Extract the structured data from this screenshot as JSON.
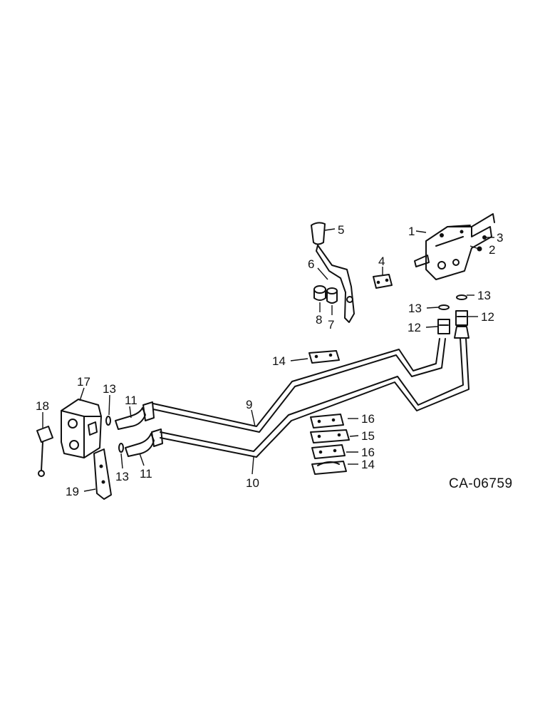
{
  "diagram": {
    "drawing_code": "CA-06759",
    "callouts": [
      {
        "id": "c1",
        "label": "1"
      },
      {
        "id": "c2",
        "label": "2"
      },
      {
        "id": "c3",
        "label": "3"
      },
      {
        "id": "c4",
        "label": "4"
      },
      {
        "id": "c5",
        "label": "5"
      },
      {
        "id": "c6",
        "label": "6"
      },
      {
        "id": "c7",
        "label": "7"
      },
      {
        "id": "c8",
        "label": "8"
      },
      {
        "id": "c9",
        "label": "9"
      },
      {
        "id": "c10",
        "label": "10"
      },
      {
        "id": "c11a",
        "label": "11"
      },
      {
        "id": "c11b",
        "label": "11"
      },
      {
        "id": "c12a",
        "label": "12"
      },
      {
        "id": "c12b",
        "label": "12"
      },
      {
        "id": "c13a",
        "label": "13"
      },
      {
        "id": "c13b",
        "label": "13"
      },
      {
        "id": "c13c",
        "label": "13"
      },
      {
        "id": "c13d",
        "label": "13"
      },
      {
        "id": "c14a",
        "label": "14"
      },
      {
        "id": "c14b",
        "label": "14"
      },
      {
        "id": "c15",
        "label": "15"
      },
      {
        "id": "c16a",
        "label": "16"
      },
      {
        "id": "c16b",
        "label": "16"
      },
      {
        "id": "c17",
        "label": "17"
      },
      {
        "id": "c18",
        "label": "18"
      },
      {
        "id": "c19",
        "label": "19"
      }
    ]
  }
}
